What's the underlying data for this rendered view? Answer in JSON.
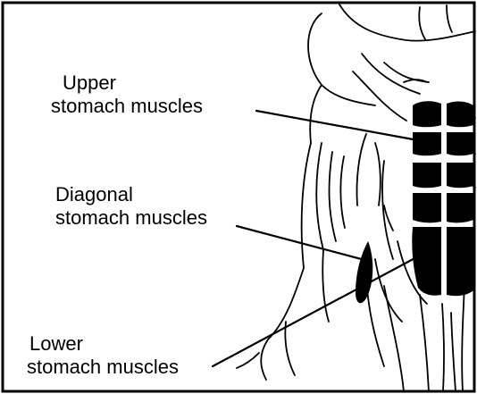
{
  "labels": {
    "upper": {
      "line1": "Upper",
      "line2": "stomach muscles"
    },
    "diagonal": {
      "line1": "Diagonal",
      "line2": "stomach muscles"
    },
    "lower": {
      "line1": "Lower",
      "line2": "stomach muscles"
    }
  },
  "colors": {
    "ink": "#000000",
    "background": "#ffffff"
  }
}
